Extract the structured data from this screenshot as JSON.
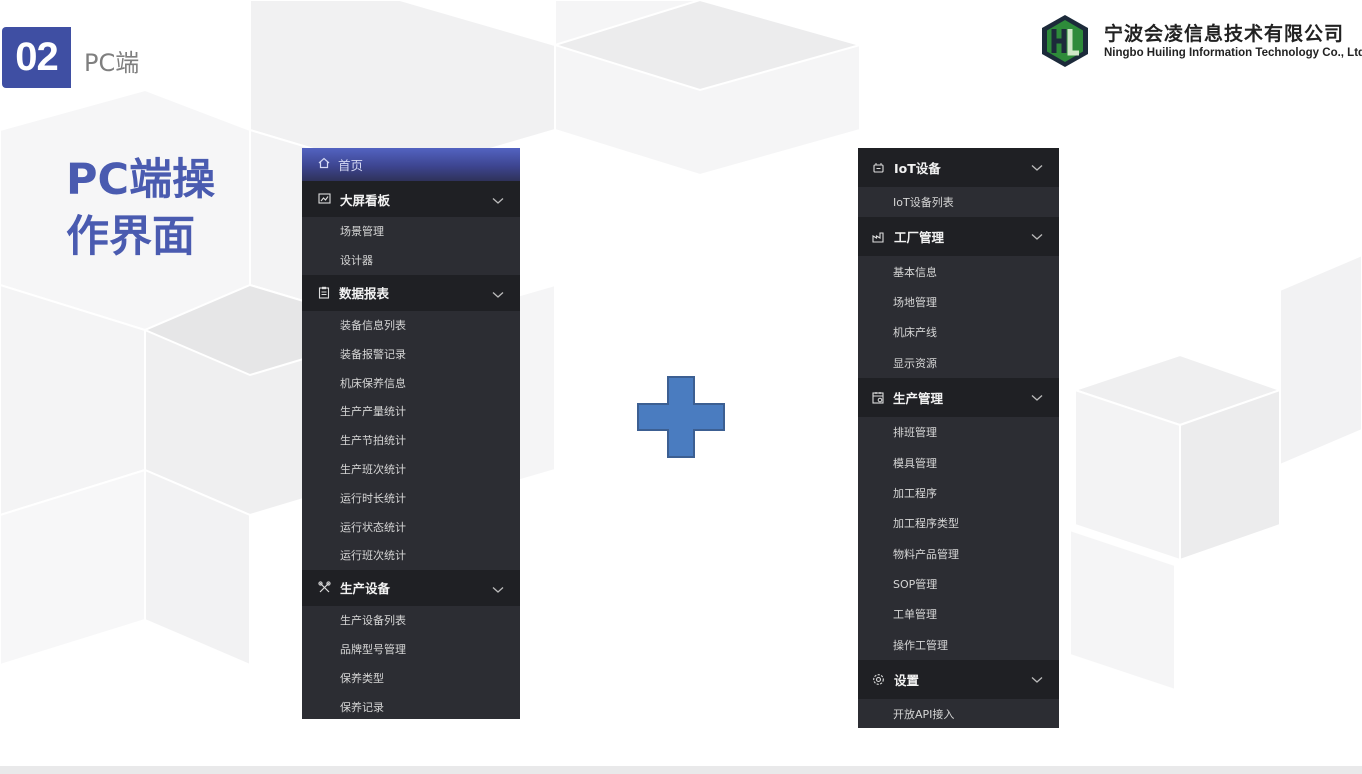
{
  "section": {
    "number": "02",
    "title": "PC端"
  },
  "company": {
    "name_cn": "宁波会凌信息技术有限公司",
    "name_en": "Ningbo Huiling Information Technology Co., Ltd"
  },
  "headline": {
    "line1": "PC端操",
    "line2": "作界面"
  },
  "colors": {
    "accent": "#3f4fa3",
    "headline": "#4a5bb0",
    "menu_bg": "#2c2d33",
    "group_bg": "#1f2024",
    "plus": "#4a7cc0",
    "logo_green": "#2e8b3a"
  },
  "left_menu": {
    "home": {
      "label": "首页",
      "icon": "home-icon"
    },
    "groups": [
      {
        "label": "大屏看板",
        "icon": "dashboard-icon",
        "items": [
          "场景管理",
          "设计器"
        ]
      },
      {
        "label": "数据报表",
        "icon": "clipboard-icon",
        "items": [
          "装备信息列表",
          "装备报警记录",
          "机床保养信息",
          "生产产量统计",
          "生产节拍统计",
          "生产班次统计",
          "运行时长统计",
          "运行状态统计",
          "运行班次统计"
        ]
      },
      {
        "label": "生产设备",
        "icon": "tools-icon",
        "items": [
          "生产设备列表",
          "品牌型号管理",
          "保养类型",
          "保养记录"
        ]
      }
    ]
  },
  "right_menu": {
    "groups": [
      {
        "label": "IoT设备",
        "icon": "device-icon",
        "items": [
          "IoT设备列表"
        ]
      },
      {
        "label": "工厂管理",
        "icon": "factory-icon",
        "items": [
          "基本信息",
          "场地管理",
          "机床产线",
          "显示资源"
        ]
      },
      {
        "label": "生产管理",
        "icon": "calendar-icon",
        "items": [
          "排班管理",
          "模具管理",
          "加工程序",
          "加工程序类型",
          "物料产品管理",
          "SOP管理",
          "工单管理",
          "操作工管理"
        ]
      },
      {
        "label": "设置",
        "icon": "gear-icon",
        "items": [
          "开放API接入"
        ]
      }
    ]
  }
}
